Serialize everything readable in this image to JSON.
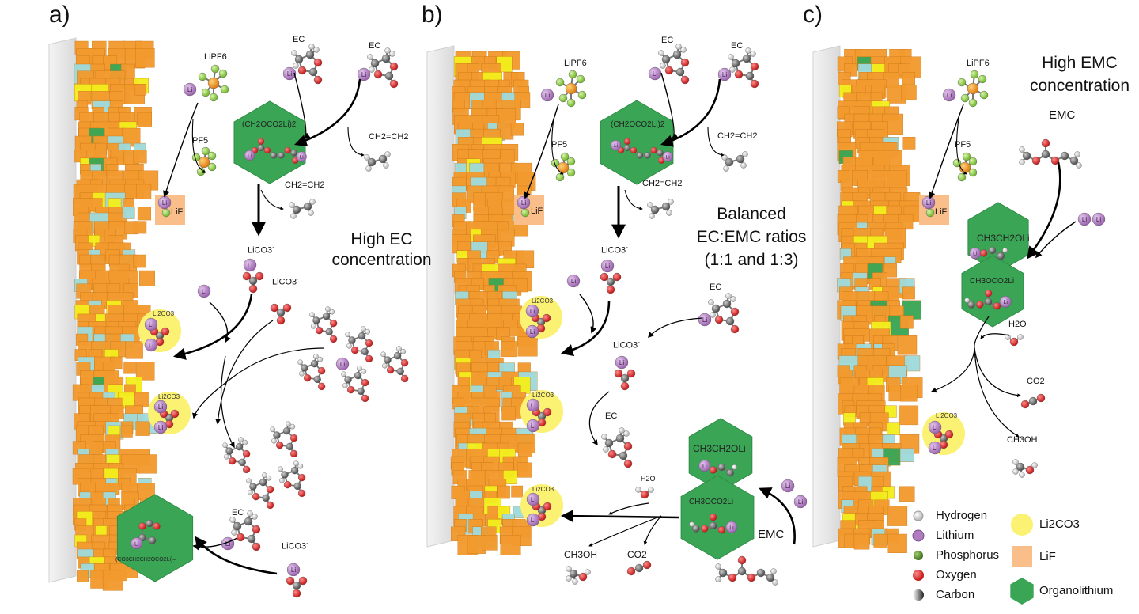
{
  "panels": [
    {
      "letter": "a)"
    },
    {
      "letter": "b)"
    },
    {
      "letter": "c)"
    }
  ],
  "molecules": {
    "lipf6": "LiPF6",
    "pf5": "PF5",
    "ec": "EC",
    "ethylene": "CH2=CH2",
    "lico3": "LiCO3",
    "lico3_sup": "-",
    "lif": "LiF",
    "li": "Li",
    "li2co3": "Li2CO3",
    "emc": "EMC",
    "h2o": "H2O",
    "co2": "CO2",
    "ch3oh": "CH3OH"
  },
  "hexagons": {
    "ch2oco2li2": "(CH2OCO2Li)2",
    "ch3ch2oli": "CH3CH2OLi",
    "ch3oco2li": "CH3OCO2Li",
    "polymer": "(CO3CH2CH2OCO2Li)–"
  },
  "conditions": {
    "a": "High EC concentration",
    "b_line1": "Balanced",
    "b_line2": "EC:EMC ratios",
    "b_line3": "(1:1 and 1:3)",
    "c_line1": "High EMC",
    "c_line2": "concentration"
  },
  "legend": {
    "items": [
      {
        "label": "Hydrogen",
        "color": "#ffffff",
        "icon": "sphere-icon"
      },
      {
        "label": "Lithium",
        "color": "#b07cc0",
        "icon": "sphere-icon"
      },
      {
        "label": "Phosphorus",
        "color": "#5a8a2e",
        "icon": "sphere-icon"
      },
      {
        "label": "Oxygen",
        "color": "#d21e1e",
        "icon": "sphere-icon"
      },
      {
        "label": "Carbon",
        "color": "#555555",
        "icon": "sphere-icon"
      },
      {
        "label": "Li2CO3",
        "color": "#fbf173",
        "icon": "circle-icon"
      },
      {
        "label": "LiF",
        "color": "#f9be8a",
        "icon": "square-icon"
      },
      {
        "label": "Organolithium",
        "color": "#3aa655",
        "icon": "hexagon-icon"
      }
    ]
  },
  "colors": {
    "sei_orange": "#f29a2e",
    "sei_cyan": "#9fdada",
    "sei_yellow": "#f3ee1d",
    "hex_green": "#3aa655",
    "li2co3_yellow": "#fbf173",
    "lif_orange": "#f9be8a",
    "arrow": "#000000"
  }
}
